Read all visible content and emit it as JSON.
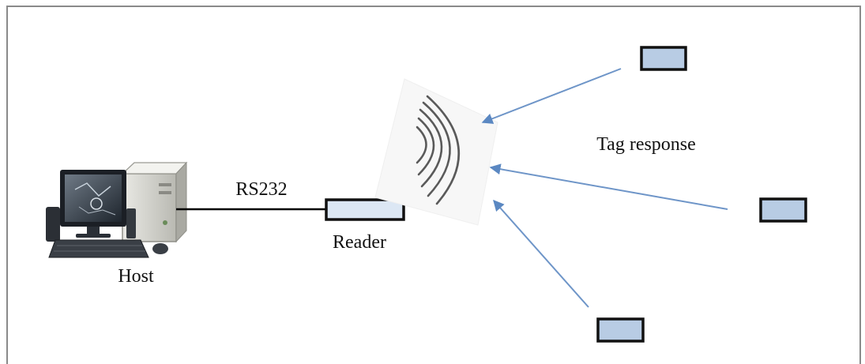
{
  "labels": {
    "host": "Host",
    "link": "RS232",
    "reader": "Reader",
    "tag_response": "Tag response"
  },
  "icons": [
    "computer-icon",
    "antenna-icon",
    "radio-waves-icon"
  ],
  "colors": {
    "tag_fill": "#b8cce4",
    "reader_fill": "#dce7f4",
    "arrow": "#6e95c8",
    "outline": "#111111"
  }
}
